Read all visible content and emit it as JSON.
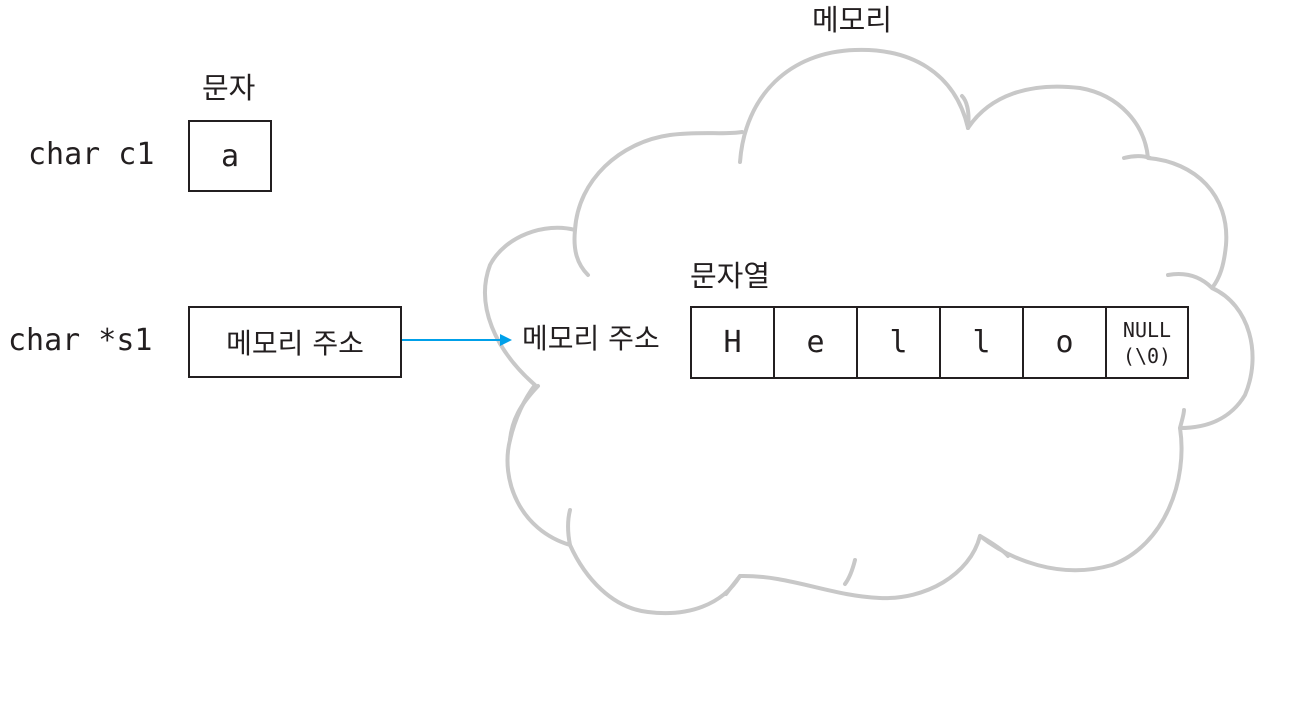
{
  "memory_label": "메모리",
  "char_label": "문자",
  "string_label": "문자열",
  "c1": {
    "declaration": "char c1",
    "value": "a"
  },
  "s1": {
    "declaration": "char *s1",
    "value": "메모리 주소"
  },
  "target_address_label": "메모리 주소",
  "string_cells": [
    "H",
    "e",
    "l",
    "l",
    "o"
  ],
  "null_cell": {
    "line1": "NULL",
    "line2": "(\\0)"
  },
  "colors": {
    "cloud_stroke": "#c8c8c8",
    "arrow": "#00a0e9",
    "ink": "#231f20"
  }
}
